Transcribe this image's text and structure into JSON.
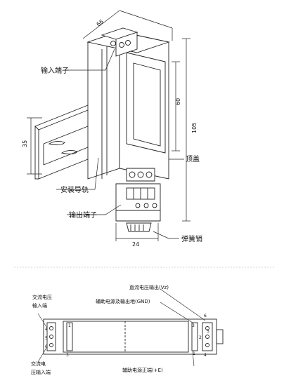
{
  "top_view": {
    "labels": {
      "input_terminal": "输入端子",
      "din_rail": "安装导轨",
      "output_terminal": "输出端子",
      "top_cover": "顶盖",
      "spring_pin": "弹簧销"
    },
    "dimensions": {
      "depth": "66",
      "cover_height": "60",
      "total_height": "105",
      "rail_width": "35",
      "bottom_width": "24"
    }
  },
  "bottom_view": {
    "labels": {
      "dc_voltage_output": "直流电压输出(Vz)",
      "aux_ground": "辅助电源及输出地(GND)",
      "ac_input_left_1": "交流电压",
      "ac_input_left_2": "输入端",
      "ac_input_bottom_1": "交流电",
      "ac_input_bottom_2": "压输入端",
      "aux_positive": "辅助电源正端(+E)"
    },
    "terminal_numbers": {
      "left_top": "4",
      "left_mid": "5",
      "left_bottom": "6",
      "left_inner_top": "1",
      "left_inner_bottom": "3",
      "right_inner_top": "3",
      "right_mid": "2",
      "right_inner_bottom": "1",
      "right_top": "6",
      "right_bottom_a": "5",
      "right_bottom_b": "4"
    }
  }
}
